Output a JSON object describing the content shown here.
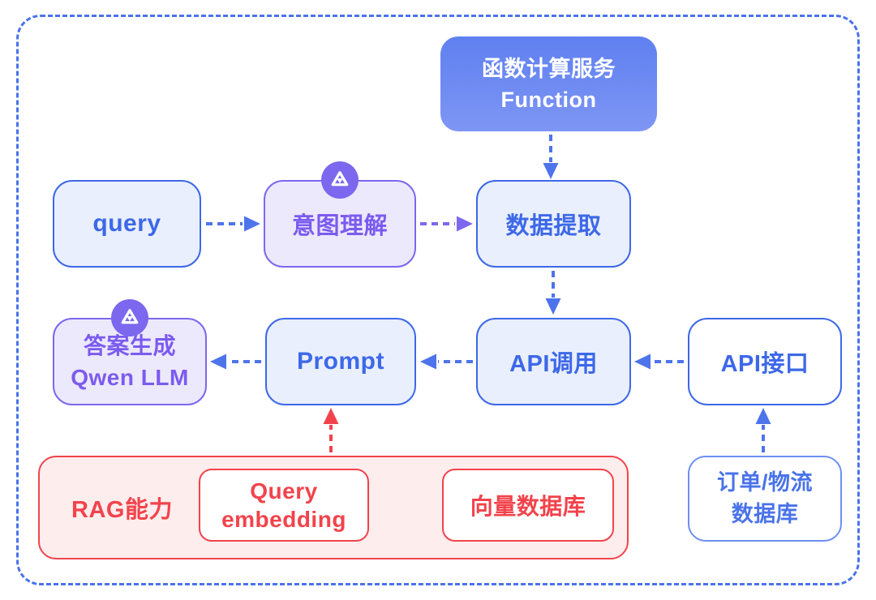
{
  "diagram": {
    "title_node": {
      "line1": "函数计算服务",
      "line2": "Function"
    },
    "nodes": {
      "query": {
        "label": "query"
      },
      "intent": {
        "label": "意图理解"
      },
      "data_extract": {
        "label": "数据提取"
      },
      "answer": {
        "line1": "答案生成",
        "line2": "Qwen LLM"
      },
      "prompt": {
        "label": "Prompt"
      },
      "api_call": {
        "label": "API调用"
      },
      "api_interface": {
        "label": "API接口"
      },
      "rag": {
        "label": "RAG能力"
      },
      "query_embedding": {
        "line1": "Query",
        "line2": "embedding"
      },
      "vector_db": {
        "label": "向量数据库"
      },
      "order_db": {
        "line1": "订单/物流",
        "line2": "数据库"
      }
    },
    "icons": {
      "qwen_llm_icon": "qwen-logo-icon"
    },
    "colors": {
      "blue": "#3D68E8",
      "blue_arrow": "#4E74EB",
      "blue_light_fill": "#E9EFFC",
      "blue_soft_border": "#6D8FF3",
      "purple": "#7C68EE",
      "purple_fill": "#ECE9FC",
      "red": "#F2434C",
      "pink_fill": "#FDEDED",
      "function_gradient_top": "#5F80F0",
      "function_gradient_bottom": "#7E96F4",
      "frame_dash": "#4A73EA"
    }
  }
}
